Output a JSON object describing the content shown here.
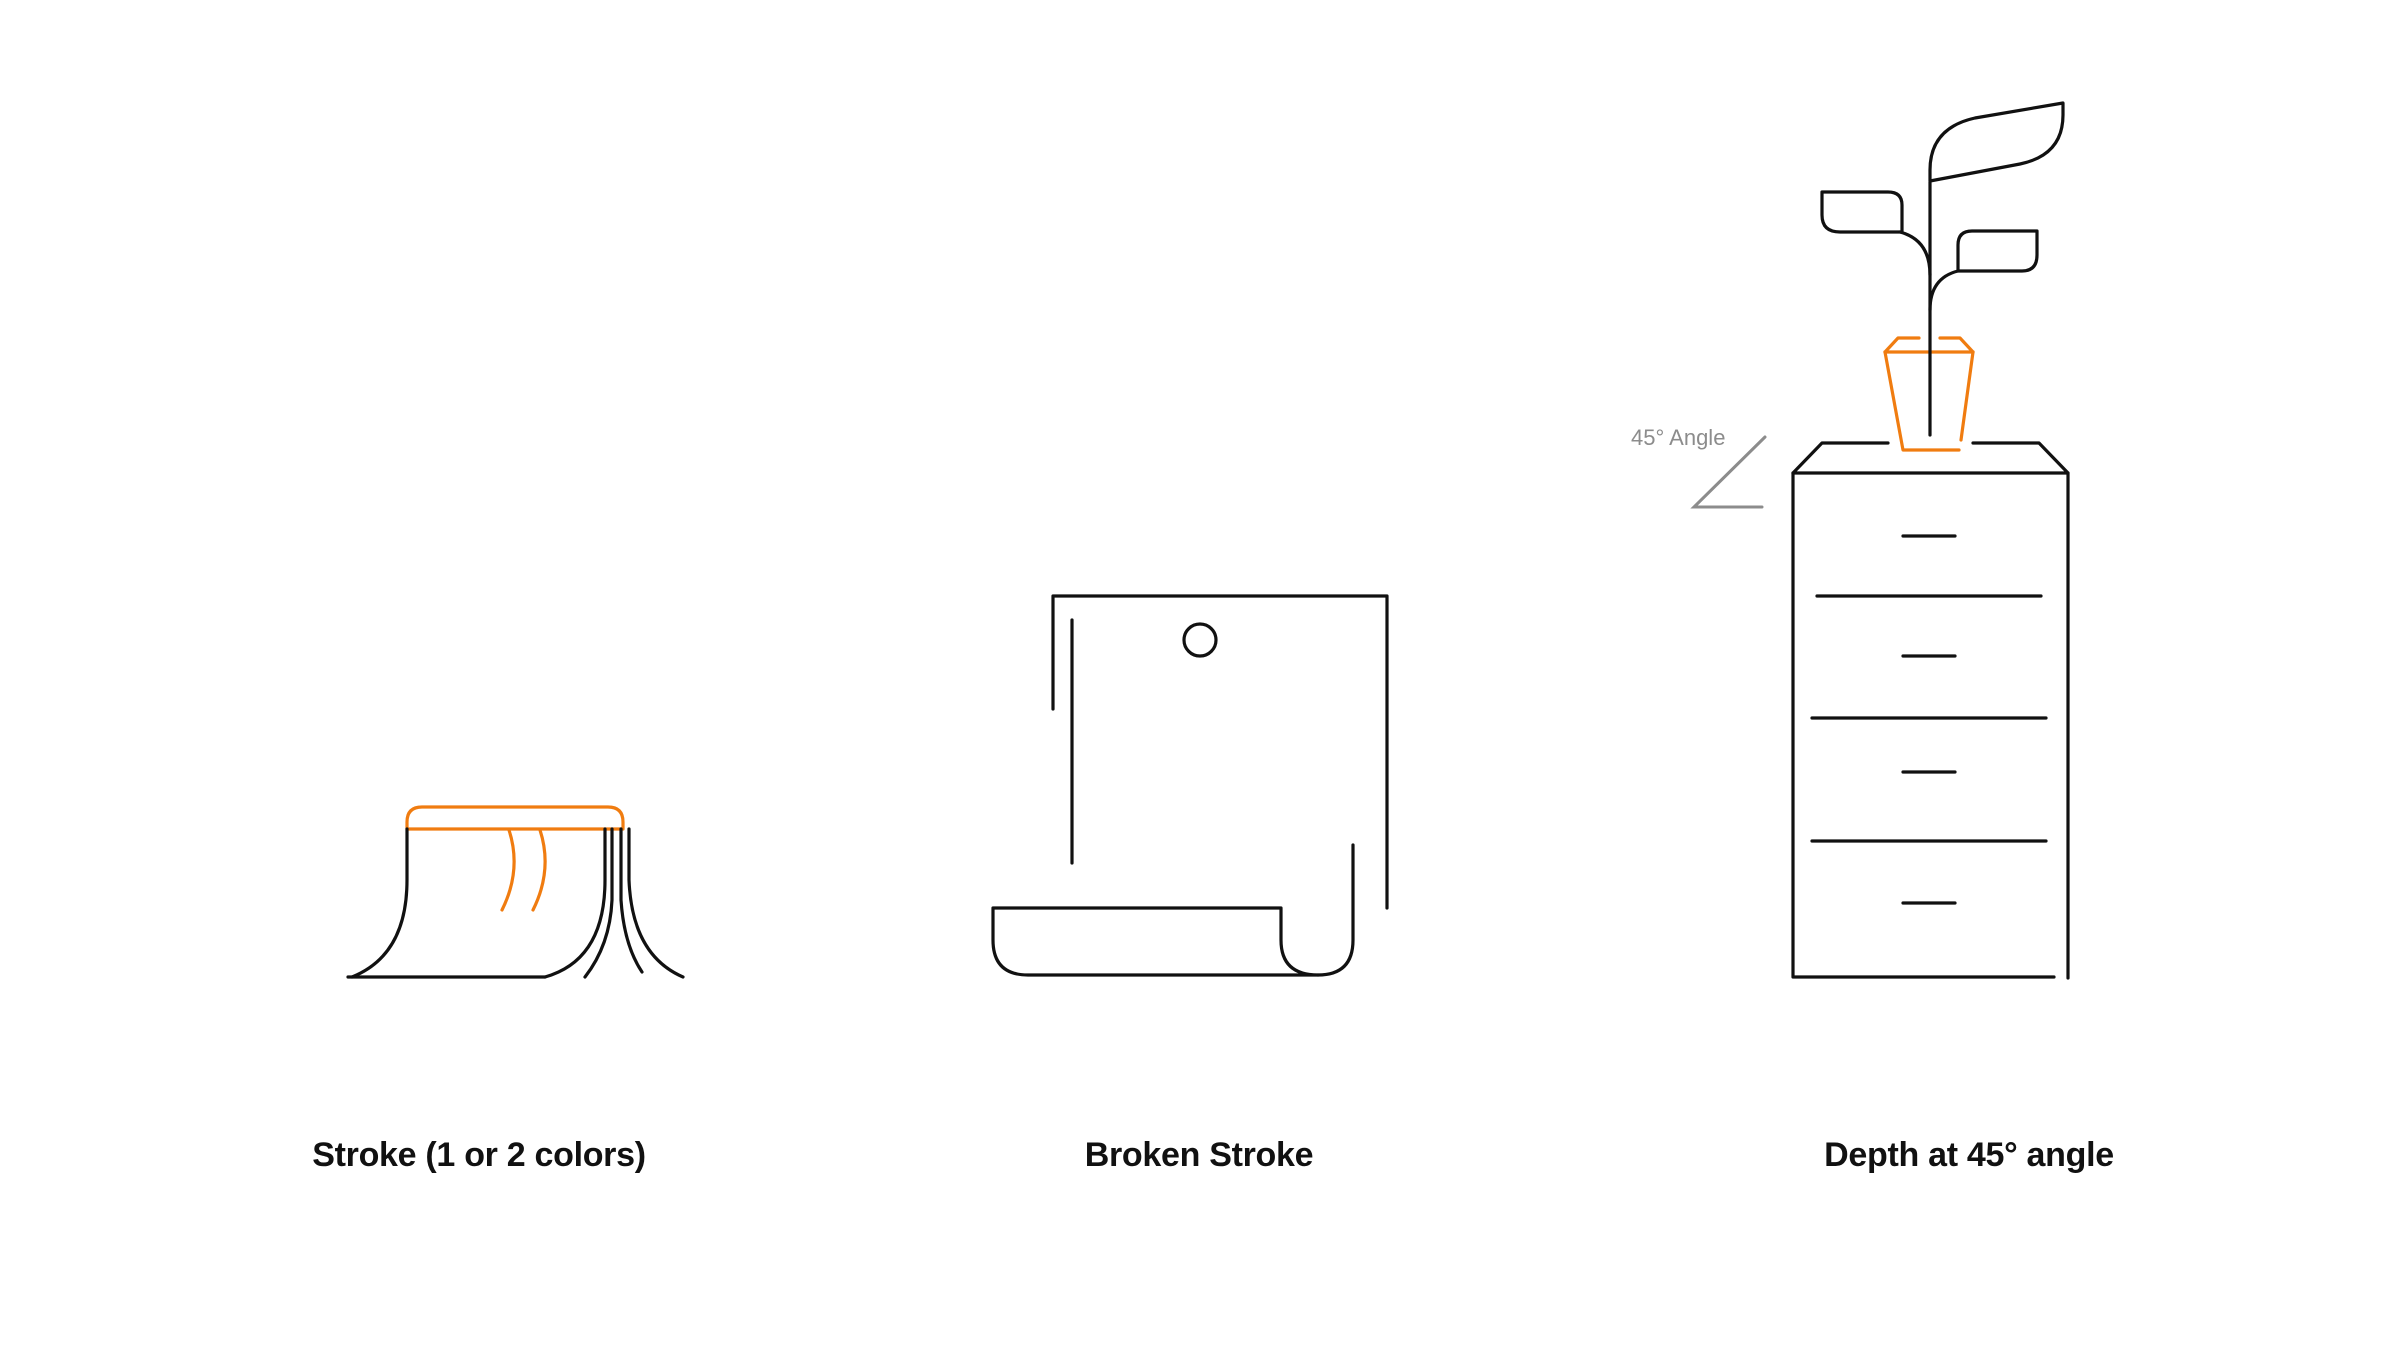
{
  "colors": {
    "stroke": "#111111",
    "accent": "#f07c10",
    "annotation": "#8c8c8c",
    "background": "#ffffff"
  },
  "examples": [
    {
      "id": "stump",
      "icon": "tree-stump-icon",
      "label": "Stroke (1 or 2 colors)"
    },
    {
      "id": "scroll",
      "icon": "paper-scroll-icon",
      "label": "Broken Stroke"
    },
    {
      "id": "cabinet",
      "icon": "plant-on-cabinet-icon",
      "label": "Depth at 45° angle"
    }
  ],
  "annotation": {
    "angle_label": "45° Angle"
  }
}
